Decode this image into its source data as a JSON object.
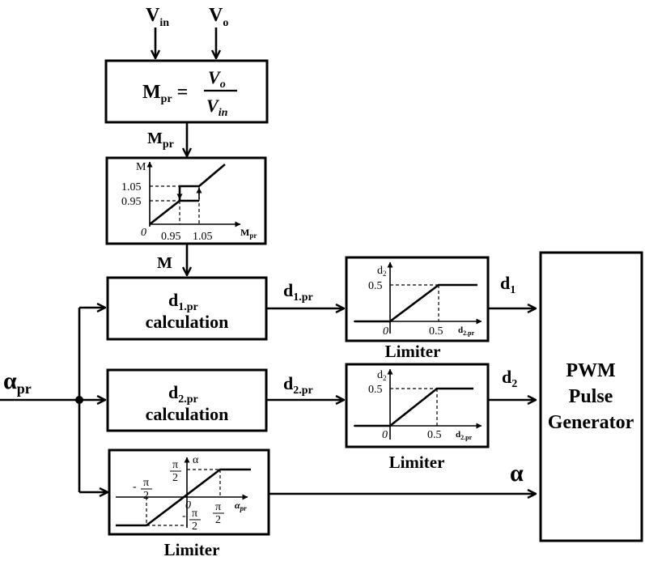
{
  "inputs": {
    "vin_main": "V",
    "vin_sub": "in",
    "vo_main": "V",
    "vo_sub": "o"
  },
  "mpr_block": {
    "lhs_main": "M",
    "lhs_sub": "pr",
    "equals": "=",
    "num_main": "V",
    "num_sub": "o",
    "den_main": "V",
    "den_sub": "in"
  },
  "mpr_signal": {
    "main": "M",
    "sub": "pr"
  },
  "hysteresis_block": {
    "y_axis": "M",
    "y_tick_high": "1.05",
    "y_tick_low": "0.95",
    "origin": "0",
    "x_tick_low": "0.95",
    "x_tick_high": "1.05",
    "x_axis_main": "M",
    "x_axis_sub": "pr"
  },
  "m_signal": "M",
  "d1_calc": {
    "title_main": "d",
    "title_sub": "1.pr",
    "caption": "calculation"
  },
  "d2_calc": {
    "title_main": "d",
    "title_sub": "2.pr",
    "caption": "calculation"
  },
  "d1pr_signal": {
    "main": "d",
    "sub": "1.pr"
  },
  "d2pr_signal": {
    "main": "d",
    "sub": "2.pr"
  },
  "limiter1": {
    "y_axis_main": "d",
    "y_axis_sub": "2",
    "y_tick": "0.5",
    "origin": "0",
    "x_tick": "0.5",
    "x_axis_main": "d",
    "x_axis_sub": "2.pr",
    "caption": "Limiter"
  },
  "limiter2": {
    "y_axis_main": "d",
    "y_axis_sub": "2",
    "y_tick": "0.5",
    "origin": "0",
    "x_tick": "0.5",
    "x_axis_main": "d",
    "x_axis_sub": "2.pr",
    "caption": "Limiter"
  },
  "alpha_limiter": {
    "y_axis": "α",
    "pi": "π",
    "two": "2",
    "minus": "-",
    "origin": "0",
    "x_axis_main": "α",
    "x_axis_sub": "pr",
    "caption": "Limiter"
  },
  "alpha_pr_input": {
    "main": "α",
    "sub": "pr"
  },
  "outputs": {
    "d1_main": "d",
    "d1_sub": "1",
    "d2_main": "d",
    "d2_sub": "2",
    "alpha": "α"
  },
  "pwm_block": {
    "line1": "PWM",
    "line2": "Pulse",
    "line3": "Generator"
  }
}
